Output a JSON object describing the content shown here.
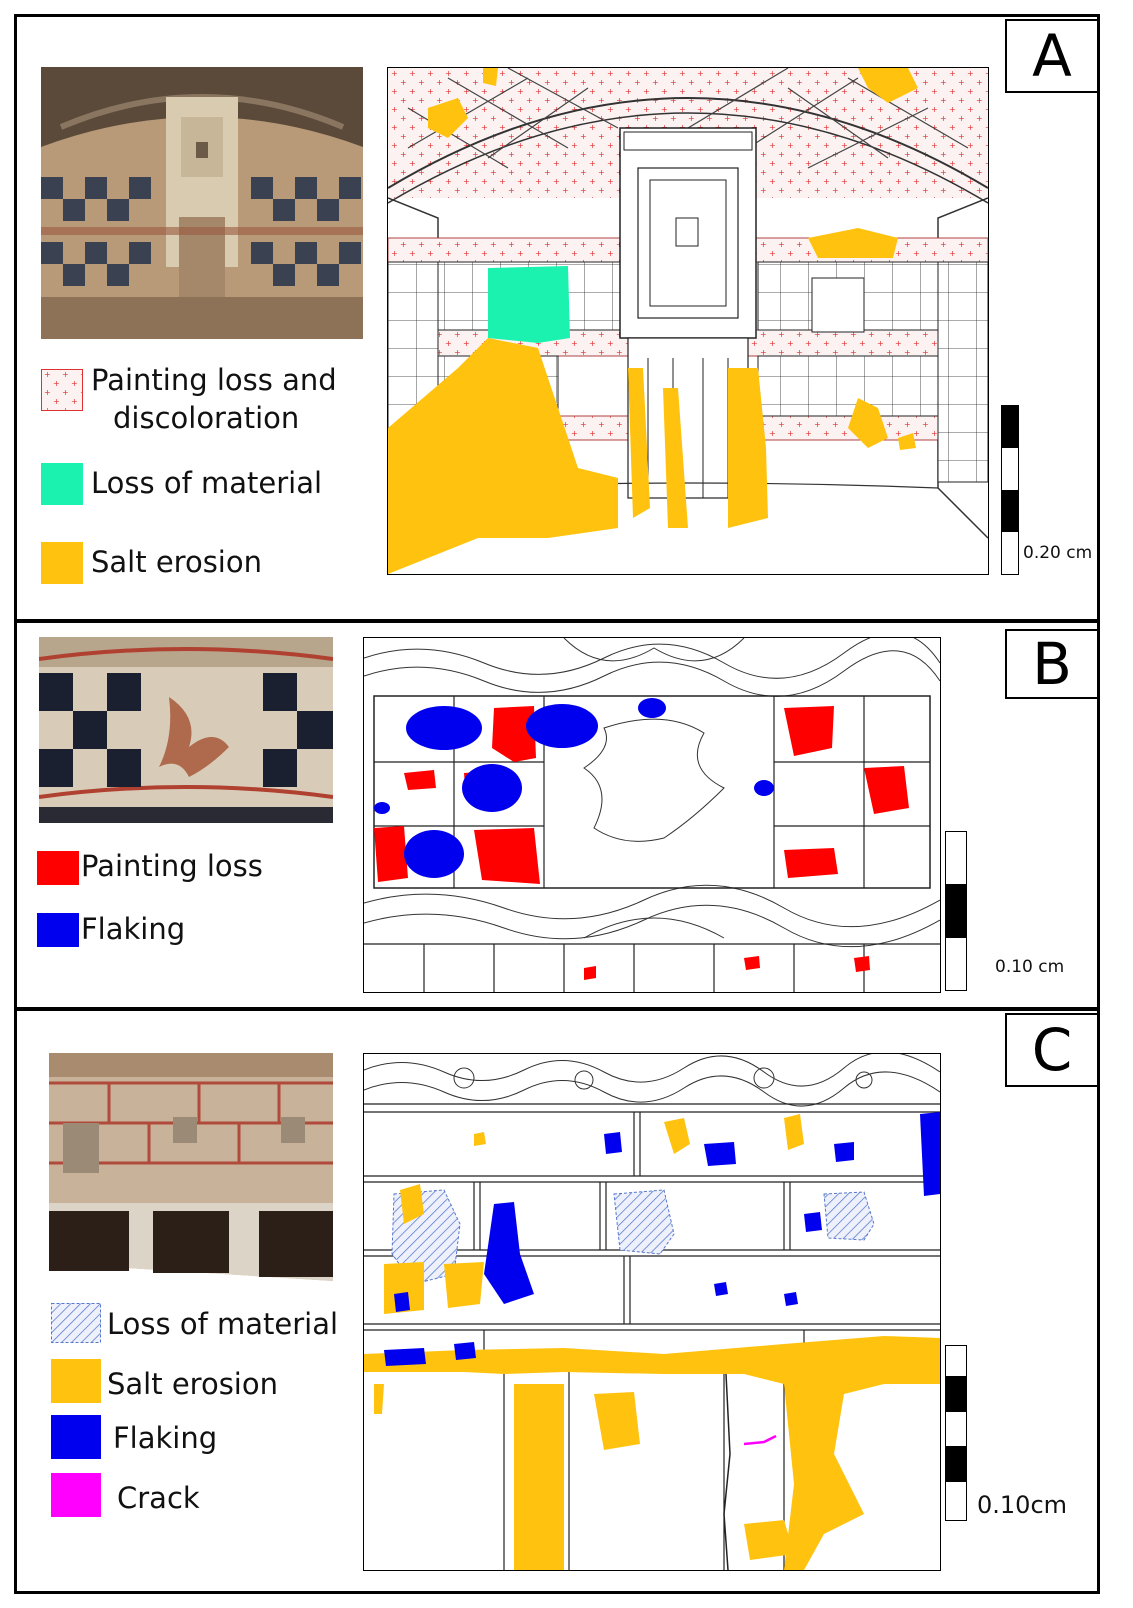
{
  "panels": {
    "a": {
      "letter": "A",
      "legend": {
        "painting_loss_line1": "Painting loss and",
        "painting_loss_line2": "discoloration",
        "loss_material": "Loss of material",
        "salt_erosion": "Salt erosion"
      },
      "scale_label": "0.20 cm"
    },
    "b": {
      "letter": "B",
      "legend": {
        "painting_loss": "Painting loss",
        "flaking": "Flaking"
      },
      "scale_label": "0.10 cm"
    },
    "c": {
      "letter": "C",
      "legend": {
        "loss_material": "Loss of material",
        "salt_erosion": "Salt erosion",
        "flaking": "Flaking",
        "crack": "Crack"
      },
      "scale_label": "0.10cm"
    }
  },
  "colors": {
    "salt_erosion": "#FFC20E",
    "loss_material_a": "#1CF2B0",
    "painting_loss_dots": "#E03030",
    "painting_loss_b": "#FF0000",
    "flaking": "#0000EE",
    "crack": "#FF00FF",
    "hatch": "#5577CC"
  }
}
